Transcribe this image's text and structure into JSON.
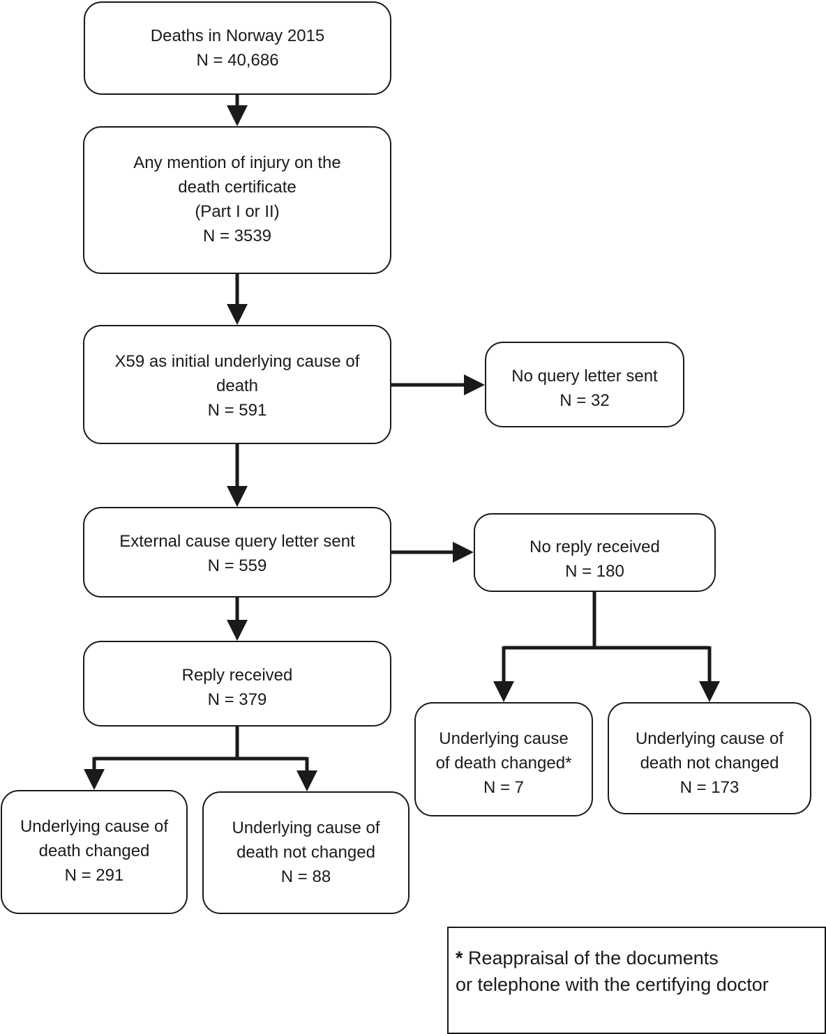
{
  "boxes": {
    "deaths": {
      "lines": [
        "Deaths in Norway 2015",
        "N = 40,686"
      ]
    },
    "injury": {
      "lines": [
        "Any mention of injury on the",
        "death certificate",
        "(Part I or II)",
        "N = 3539"
      ]
    },
    "x59": {
      "lines": [
        "X59 as initial underlying cause of",
        "death",
        "N = 591"
      ]
    },
    "no_query": {
      "lines": [
        "No query letter sent",
        "N = 32"
      ]
    },
    "query_sent": {
      "lines": [
        "External cause query letter sent",
        "N = 559"
      ]
    },
    "no_reply": {
      "lines": [
        "No reply received",
        "N = 180"
      ]
    },
    "reply": {
      "lines": [
        "Reply received",
        "N = 379"
      ]
    },
    "reply_changed": {
      "lines": [
        "Underlying cause of",
        "death changed",
        "N = 291"
      ]
    },
    "reply_not_changed": {
      "lines": [
        "Underlying cause of",
        "death not changed",
        "N = 88"
      ]
    },
    "noreply_changed": {
      "lines": [
        "Underlying cause",
        "of death changed*",
        "N = 7"
      ]
    },
    "noreply_not_changed": {
      "lines": [
        "Underlying cause of",
        "death not changed",
        "N = 173"
      ]
    }
  },
  "footnote": {
    "marker": "*",
    "line1": " Reappraisal of the documents",
    "line2": "or telephone with the certifying doctor"
  }
}
